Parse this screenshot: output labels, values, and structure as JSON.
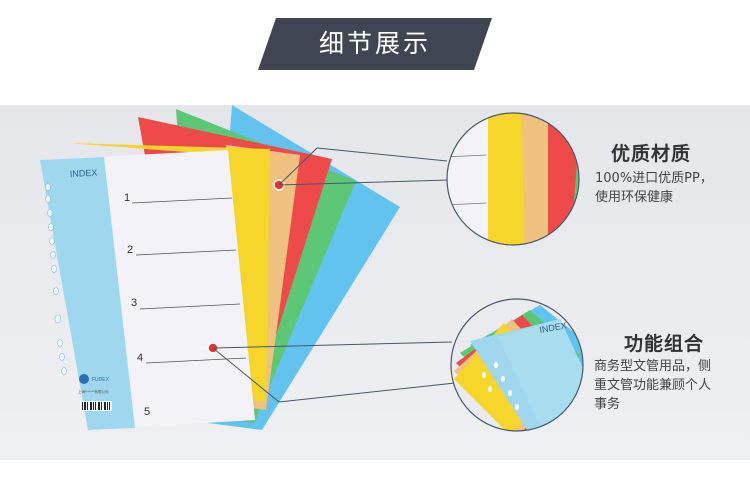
{
  "banner": {
    "title": "细节展示"
  },
  "product": {
    "cover_label": "INDEX",
    "tab_numbers": [
      "1",
      "2",
      "3",
      "4",
      "5"
    ],
    "brand": "FUDEX",
    "maker_line": "上海*******有限公司"
  },
  "zoom_bottom": {
    "cover_label": "INDEX"
  },
  "callouts": [
    {
      "title": "优质材质",
      "desc_lines": [
        "100%进口优质PP，",
        "使用环保健康"
      ]
    },
    {
      "title": "功能组合",
      "desc_lines": [
        "商务型文管用品，侧",
        "重文管功能兼顾个人",
        "事务"
      ]
    }
  ],
  "colors": {
    "banner": "#3f4652",
    "cover": "#9fd8ee",
    "yellow": "#f6d62a",
    "tan": "#eec17f",
    "red": "#ef4a4a",
    "green": "#5cc774",
    "blue": "#63c3ef",
    "marker": "#e8332e"
  }
}
